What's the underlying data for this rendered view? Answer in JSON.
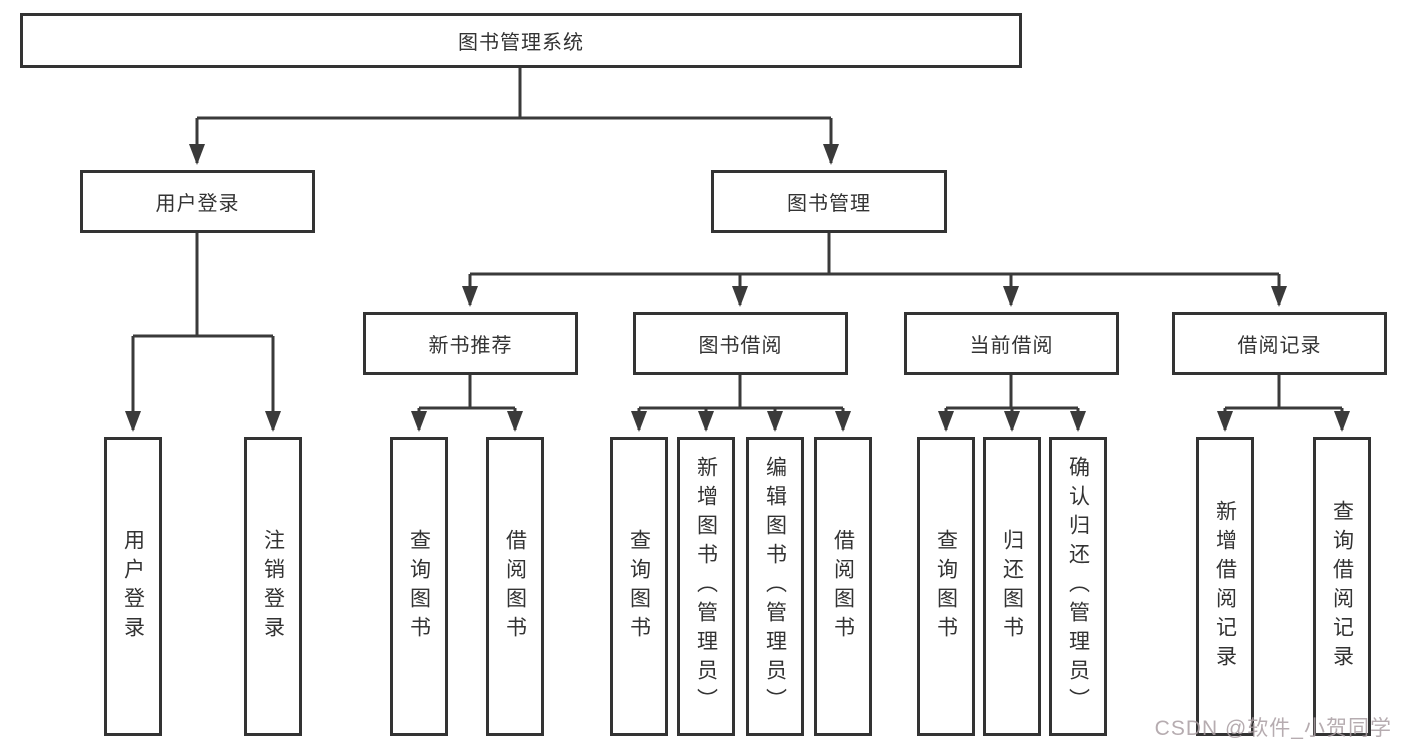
{
  "tree": {
    "label": "图书管理系统",
    "children": [
      {
        "label": "用户登录",
        "children": [
          {
            "label": "用户登录"
          },
          {
            "label": "注销登录"
          }
        ]
      },
      {
        "label": "图书管理",
        "children": [
          {
            "label": "新书推荐",
            "children": [
              {
                "label": "查询图书"
              },
              {
                "label": "借阅图书"
              }
            ]
          },
          {
            "label": "图书借阅",
            "children": [
              {
                "label": "查询图书"
              },
              {
                "label": "新增图书（管理员）"
              },
              {
                "label": "编辑图书（管理员）"
              },
              {
                "label": "借阅图书"
              }
            ]
          },
          {
            "label": "当前借阅",
            "children": [
              {
                "label": "查询图书"
              },
              {
                "label": "归还图书"
              },
              {
                "label": "确认归还（管理员）"
              }
            ]
          },
          {
            "label": "借阅记录",
            "children": [
              {
                "label": "新增借阅记录"
              },
              {
                "label": "查询借阅记录"
              }
            ]
          }
        ]
      }
    ]
  },
  "watermark": {
    "text": "CSDN @软件_小贺同学"
  },
  "colors": {
    "node_border": "#333333",
    "node_text": "#333333",
    "connector": "#3a3a3a",
    "watermark": "#a99da2",
    "background": "#ffffff"
  }
}
